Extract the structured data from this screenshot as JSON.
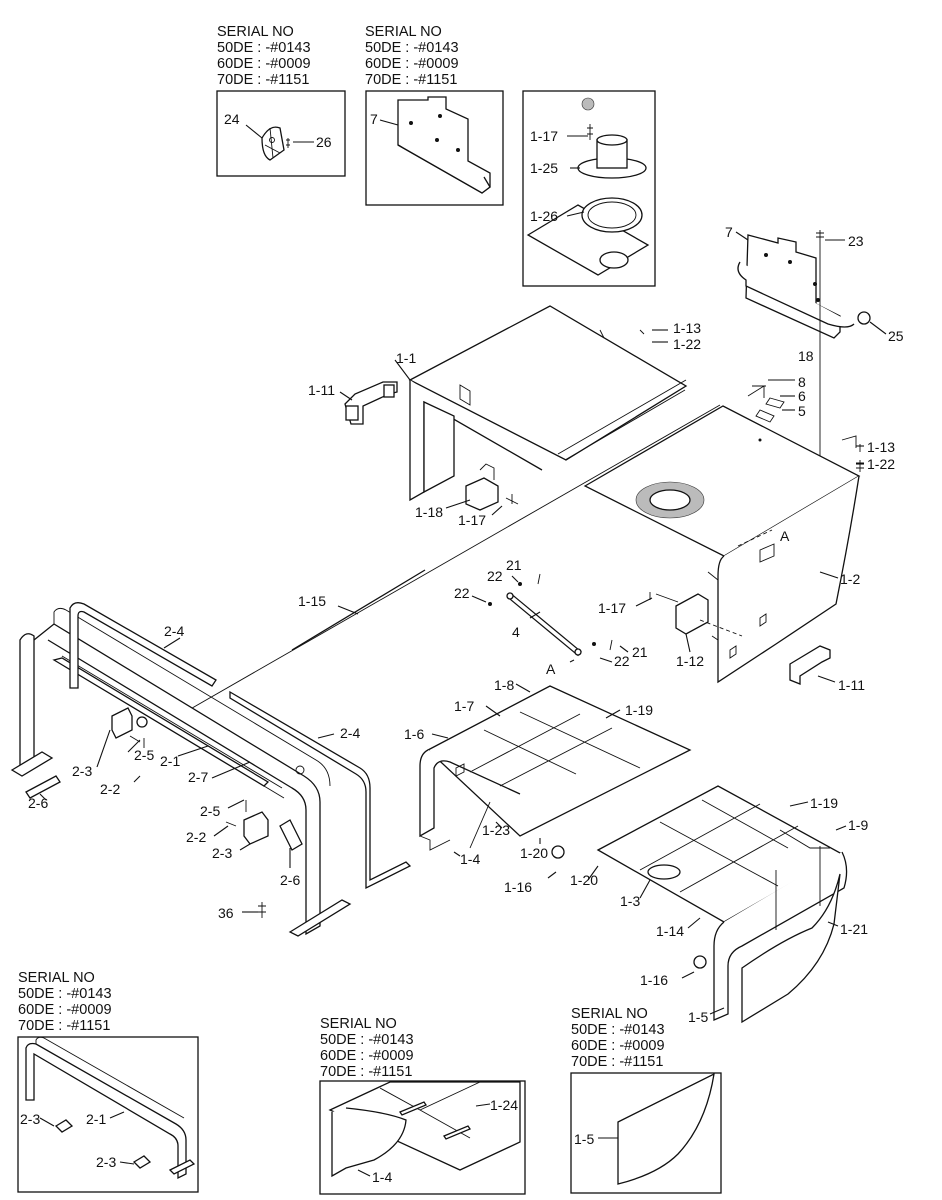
{
  "serial_blocks": [
    {
      "id": "top-left",
      "title": "SERIAL NO",
      "rows": [
        "50DE : -#0143",
        "60DE : -#0009",
        "70DE : -#1151"
      ]
    },
    {
      "id": "top-mid",
      "title": "SERIAL NO",
      "rows": [
        "50DE : -#0143",
        "60DE : -#0009",
        "70DE : -#1151"
      ]
    },
    {
      "id": "bottom-left",
      "title": "SERIAL NO",
      "rows": [
        "50DE : -#0143",
        "60DE : -#0009",
        "70DE : -#1151"
      ]
    },
    {
      "id": "bottom-mid",
      "title": "SERIAL NO",
      "rows": [
        "50DE : -#0143",
        "60DE : -#0009",
        "70DE : -#1151"
      ]
    },
    {
      "id": "bottom-right",
      "title": "SERIAL NO",
      "rows": [
        "50DE : -#0143",
        "60DE : -#0009",
        "70DE : -#1151"
      ]
    }
  ],
  "labels": {
    "l24": "24",
    "l26": "26",
    "l7a": "7",
    "l117a": "1-17",
    "l125": "1-25",
    "l126": "1-26",
    "l7b": "7",
    "l23": "23",
    "l25": "25",
    "l11": "1-1",
    "l113a": "1-13",
    "l122a": "1-22",
    "l111a": "1-11",
    "l118": "1-18",
    "l117b": "1-17",
    "l18": "18",
    "l8": "8",
    "l6": "6",
    "l5": "5",
    "l113b": "1-13",
    "l122b": "1-22",
    "lA1": "A",
    "l12": "1-2",
    "l115": "1-15",
    "l21a": "21",
    "l22a": "22",
    "l22b": "22",
    "l4": "4",
    "l117c": "1-17",
    "l112": "1-12",
    "l21b": "21",
    "l22c": "22",
    "lA2": "A",
    "l111b": "1-11",
    "l24a": "2-4",
    "l24b": "2-4",
    "l25a": "2-5",
    "l23a": "2-3",
    "l21": "2-1",
    "l27": "2-7",
    "l22p": "2-2",
    "l26a": "2-6",
    "l25b": "2-5",
    "l22q": "2-2",
    "l23b": "2-3",
    "l26b": "2-6",
    "l36": "36",
    "l18p": "1-8",
    "l17p": "1-7",
    "l119a": "1-19",
    "l16p": "1-6",
    "l123": "1-23",
    "l120a": "1-20",
    "l14a": "1-4",
    "l116a": "1-16",
    "l119b": "1-19",
    "l19": "1-9",
    "l120b": "1-20",
    "l13": "1-3",
    "l114": "1-14",
    "l121": "1-21",
    "l116b": "1-16",
    "l15a": "1-5",
    "l23c": "2-3",
    "l21c": "2-1",
    "l23d": "2-3",
    "l124": "1-24",
    "l14b": "1-4",
    "l15b": "1-5"
  }
}
